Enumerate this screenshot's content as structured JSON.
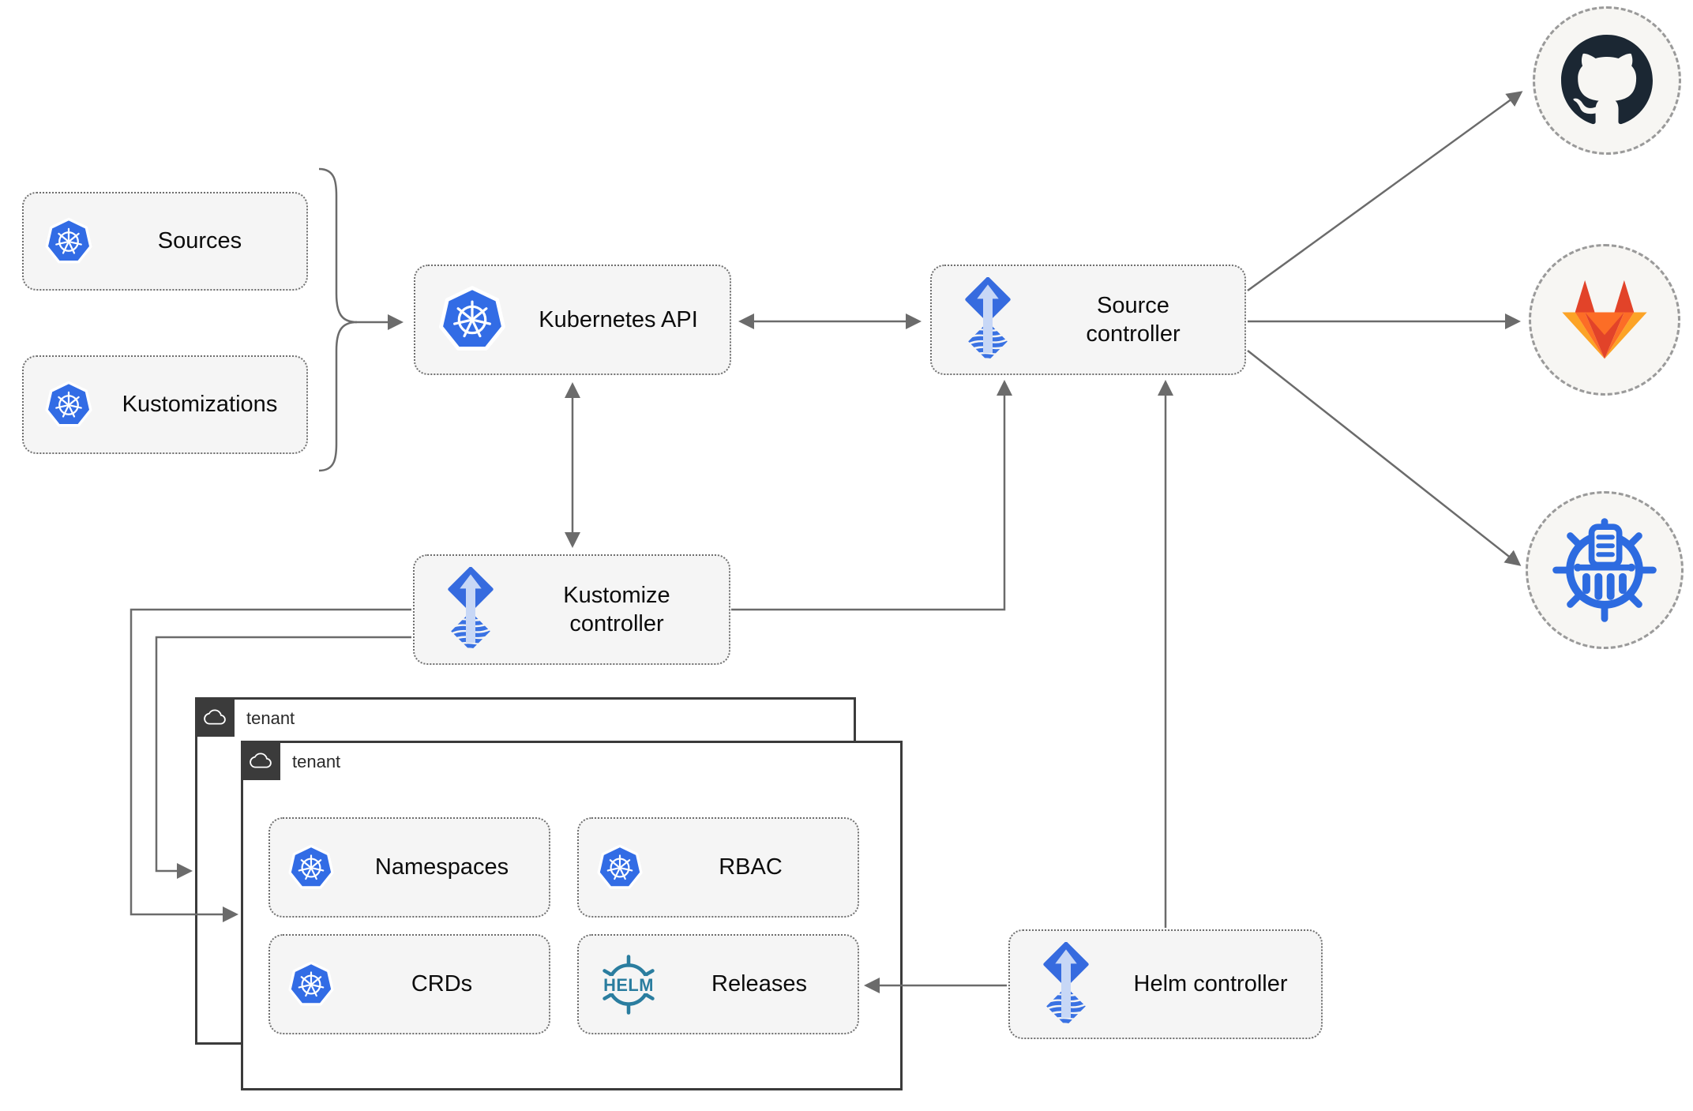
{
  "nodes": {
    "sources": {
      "label": "Sources",
      "icon": "kubernetes-icon"
    },
    "kustomizations": {
      "label": "Kustomizations",
      "icon": "kubernetes-icon"
    },
    "kubernetes_api": {
      "label": "Kubernetes API",
      "icon": "kubernetes-icon"
    },
    "source_controller": {
      "label": "Source controller",
      "icon": "flux-icon"
    },
    "kustomize_controller": {
      "label": "Kustomize controller",
      "icon": "flux-icon"
    },
    "helm_controller": {
      "label": "Helm controller",
      "icon": "flux-icon"
    },
    "namespaces": {
      "label": "Namespaces",
      "icon": "kubernetes-icon"
    },
    "rbac": {
      "label": "RBAC",
      "icon": "kubernetes-icon"
    },
    "crds": {
      "label": "CRDs",
      "icon": "kubernetes-icon"
    },
    "releases": {
      "label": "Releases",
      "icon": "helm-icon",
      "logo_text": "HELM"
    }
  },
  "groups": {
    "outer_tenant": {
      "label": "tenant",
      "icon": "cloud-icon"
    },
    "inner_tenant": {
      "label": "tenant",
      "icon": "cloud-icon"
    }
  },
  "external_systems": {
    "github": {
      "icon": "github-icon"
    },
    "gitlab": {
      "icon": "gitlab-icon"
    },
    "helm_repository": {
      "icon": "chartmuseum-icon"
    }
  },
  "colors": {
    "kubernetes_blue": "#326ce5",
    "flux_blue": "#366bdf",
    "flux_arrow_light": "#c7d7f6",
    "helm_teal": "#2a7d9f",
    "github_dark": "#1b2733",
    "gitlab_red_orange": "#e24329",
    "gitlab_orange": "#fc6d26",
    "gitlab_light_orange": "#fca326",
    "chartmuseum_blue": "#2d6be0",
    "connector_gray": "#6b6b6b",
    "node_fill": "#f5f5f5",
    "tenant_border": "#3b3b3b"
  }
}
